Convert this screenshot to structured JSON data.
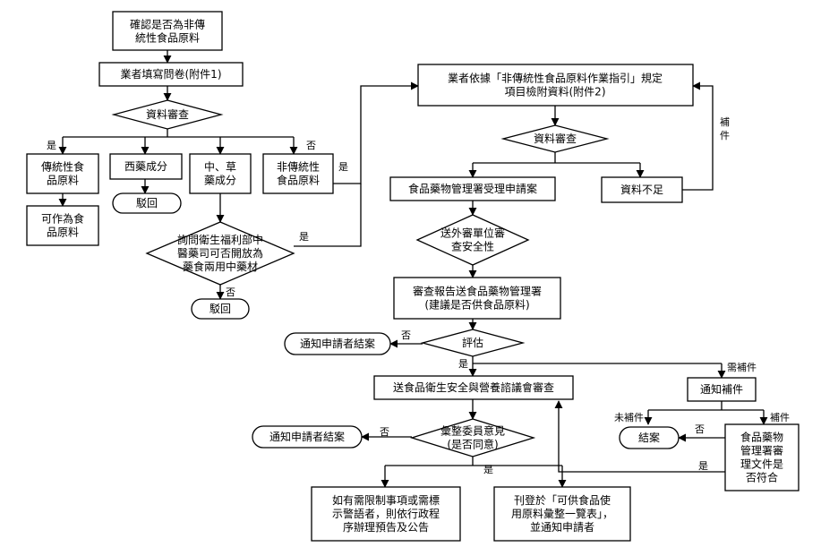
{
  "nodes": {
    "confirm": [
      "確認是否為非傳",
      "統性食品原料"
    ],
    "questionnaire": [
      "業者填寫問卷(附件1)"
    ],
    "review1": [
      "資料審查"
    ],
    "traditional": [
      "傳統性食",
      "品原料"
    ],
    "western": [
      "西藥成分"
    ],
    "herbal": [
      "中、草",
      "藥成分"
    ],
    "nontraditional": [
      "非傳統性",
      "食品原料"
    ],
    "can_be_food": [
      "可作為食",
      "品原料"
    ],
    "reject1": [
      "駁回"
    ],
    "consult": [
      "詢問衛生福利部中",
      "醫藥司可否開放為",
      "藥食兩用中藥材"
    ],
    "reject2": [
      "駁回"
    ],
    "guideline": [
      "業者依據「非傳統性食品原料作業指引」規定",
      "項目檢附資料(附件2)"
    ],
    "review2": [
      "資料審查"
    ],
    "fda_accept": [
      "食品藥物管理署受理申請案"
    ],
    "insufficient": [
      "資料不足"
    ],
    "external": [
      "送外審單位審",
      "查安全性"
    ],
    "report": [
      "審查報告送食品藥物管理署",
      "(建議是否供食品原料)"
    ],
    "evaluate": [
      "評估"
    ],
    "notify_close1": [
      "通知申請者結案"
    ],
    "committee": [
      "送食品衛生安全與營養諮議會審查"
    ],
    "notify_supplement": [
      "通知補件"
    ],
    "consensus": [
      "彙整委員意見",
      "(是否同意)"
    ],
    "notify_close2": [
      "通知申請者結案"
    ],
    "close": [
      "結案"
    ],
    "fda_check": [
      "食品藥物",
      "管理署審",
      "理文件是",
      "否符合"
    ],
    "restrict": [
      "如有需限制事項或需標",
      "示警語者，則依行政程",
      "序辦理預告及公告"
    ],
    "publish": [
      "刊登於「可供食品使",
      "用原料彙整一覽表」，",
      "並通知申請者"
    ]
  },
  "edge_labels": {
    "yes_traditional": "是",
    "no_nontraditional": "否",
    "yes_nontraditional": "是",
    "yes_consult": "是",
    "no_consult": "否",
    "supplement": "補\n件",
    "no_evaluate": "否",
    "yes_evaluate": "是",
    "need_supplement": "需補件",
    "no_consensus": "否",
    "yes_consensus": "是",
    "not_supplement": "未補件",
    "supplement2": "補件",
    "no_check": "否",
    "yes_check": "是"
  }
}
